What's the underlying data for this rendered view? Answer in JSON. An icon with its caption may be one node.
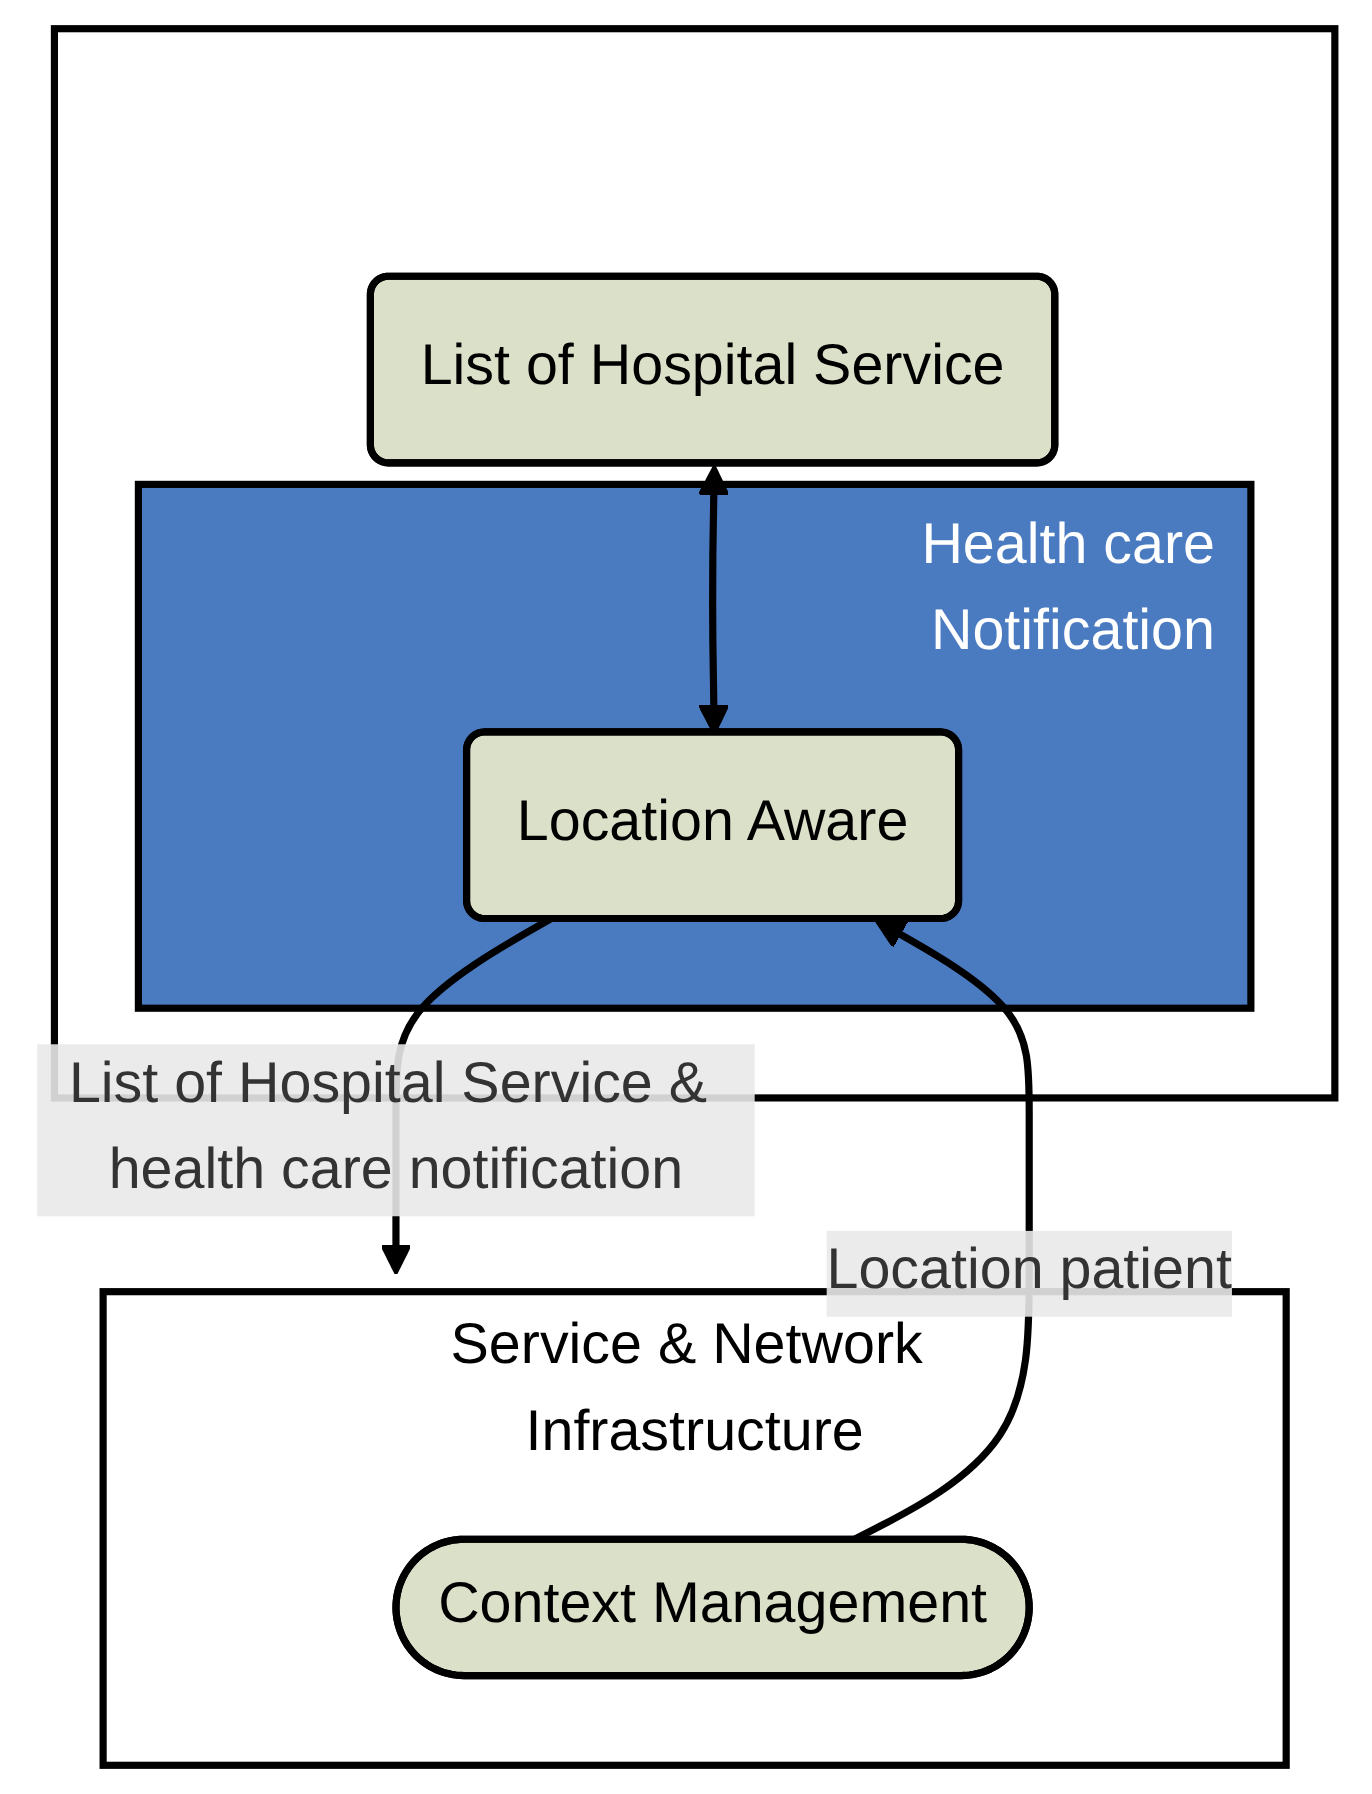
{
  "diagram": {
    "nodes": [
      {
        "text": [],
        "shape": "box"
      },
      {
        "text": [
          "List of Hospital Service"
        ],
        "in": 0
      },
      {
        "text": [
          "Health care Notification"
        ],
        "in": 0
      },
      {
        "text": [
          "Location Aware"
        ],
        "in": 2
      },
      {
        "text": [
          "Service & Network Infrastructure"
        ]
      },
      {
        "text": [
          "Context Management"
        ],
        "in": 4
      }
    ],
    "edges": [
      {
        "from": 1,
        "to": 3,
        "arrow": "both"
      },
      {
        "from": 5,
        "to": 3,
        "arrow": "to",
        "label": "Location patient"
      },
      {
        "from": 3,
        "to": 4,
        "arrow": "to",
        "label": "List of Hospital Service & health care notification"
      }
    ]
  }
}
